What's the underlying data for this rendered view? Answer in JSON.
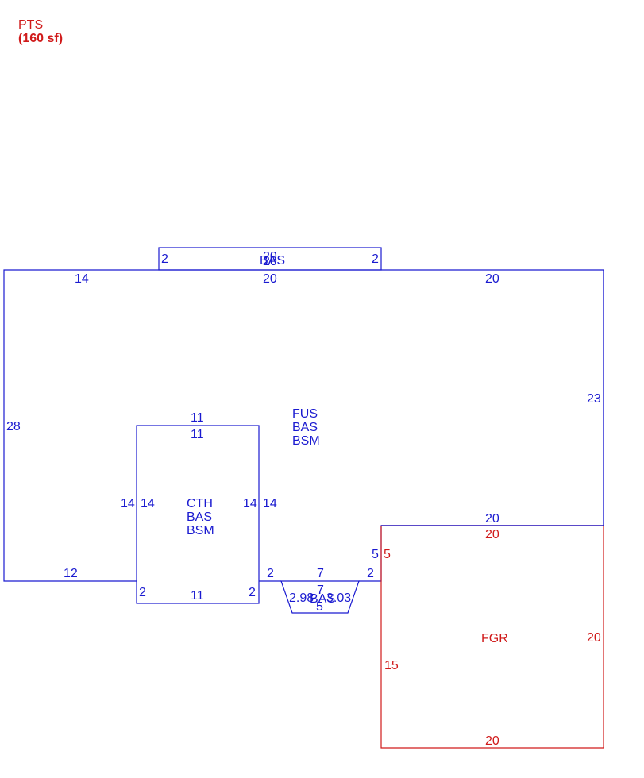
{
  "legend": {
    "pts_label": "PTS",
    "pts_area": "(160 sf)"
  },
  "areas": {
    "top_bump": "BAS",
    "main": [
      "FUS",
      "BAS",
      "BSM"
    ],
    "cth": [
      "CTH",
      "BAS",
      "BSM"
    ],
    "bay": "BAS",
    "garage": "FGR"
  },
  "dimensions": {
    "top_bump_top": "20",
    "top_bump_inner": "20",
    "top_bump_left": "2",
    "top_bump_right": "2",
    "main_top_left": "14",
    "main_top_mid": "20",
    "main_top_right": "20",
    "main_right": "23",
    "main_left": "28",
    "main_bottom_left": "12",
    "main_garage_top": "20",
    "main_garage_step": "5",
    "main_bottom_seg_a": "2",
    "main_bottom_seg_b": "7",
    "main_bottom_seg_c": "2",
    "cth_top_outer": "11",
    "cth_top_inner": "11",
    "cth_left_outer": "14",
    "cth_left_inner": "14",
    "cth_right_inner": "14",
    "cth_right_outer": "14",
    "cth_bottom": "11",
    "cth_bottom_left": "2",
    "cth_bottom_right": "2",
    "bay_top": "7",
    "bay_left": "2.98",
    "bay_right": "3.03",
    "bay_bottom": "5",
    "garage_top": "20",
    "garage_step": "5",
    "garage_right": "20",
    "garage_left": "15",
    "garage_bottom": "20"
  },
  "colors": {
    "living": "#1a1ad0",
    "garage": "#d01a1a"
  }
}
